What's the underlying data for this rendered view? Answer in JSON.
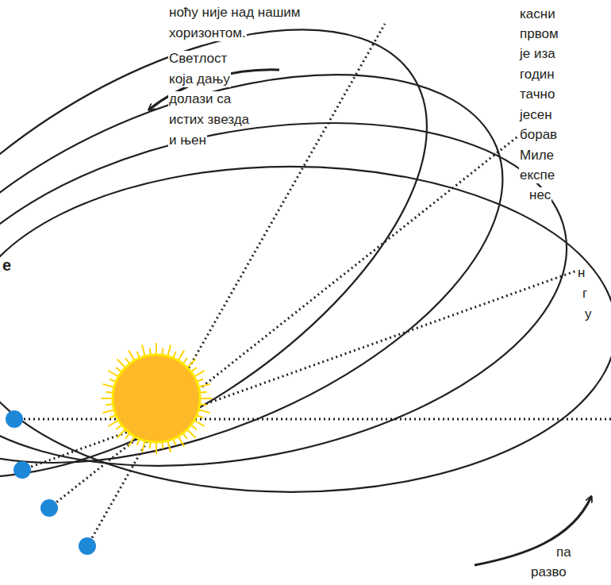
{
  "diagram": {
    "labels": [
      "ноћу није над нашим",
      "хоризонтом.",
      "Светлост",
      "која дању",
      "долази са",
      "истих звезда",
      "и њен",
      "касни",
      "првом",
      "је иза",
      "годин",
      "тачно",
      "јесен",
      "борав",
      "Миле",
      "експе",
      "нес",
      "н",
      "г",
      "у",
      "е",
      "па",
      "разво"
    ]
  }
}
